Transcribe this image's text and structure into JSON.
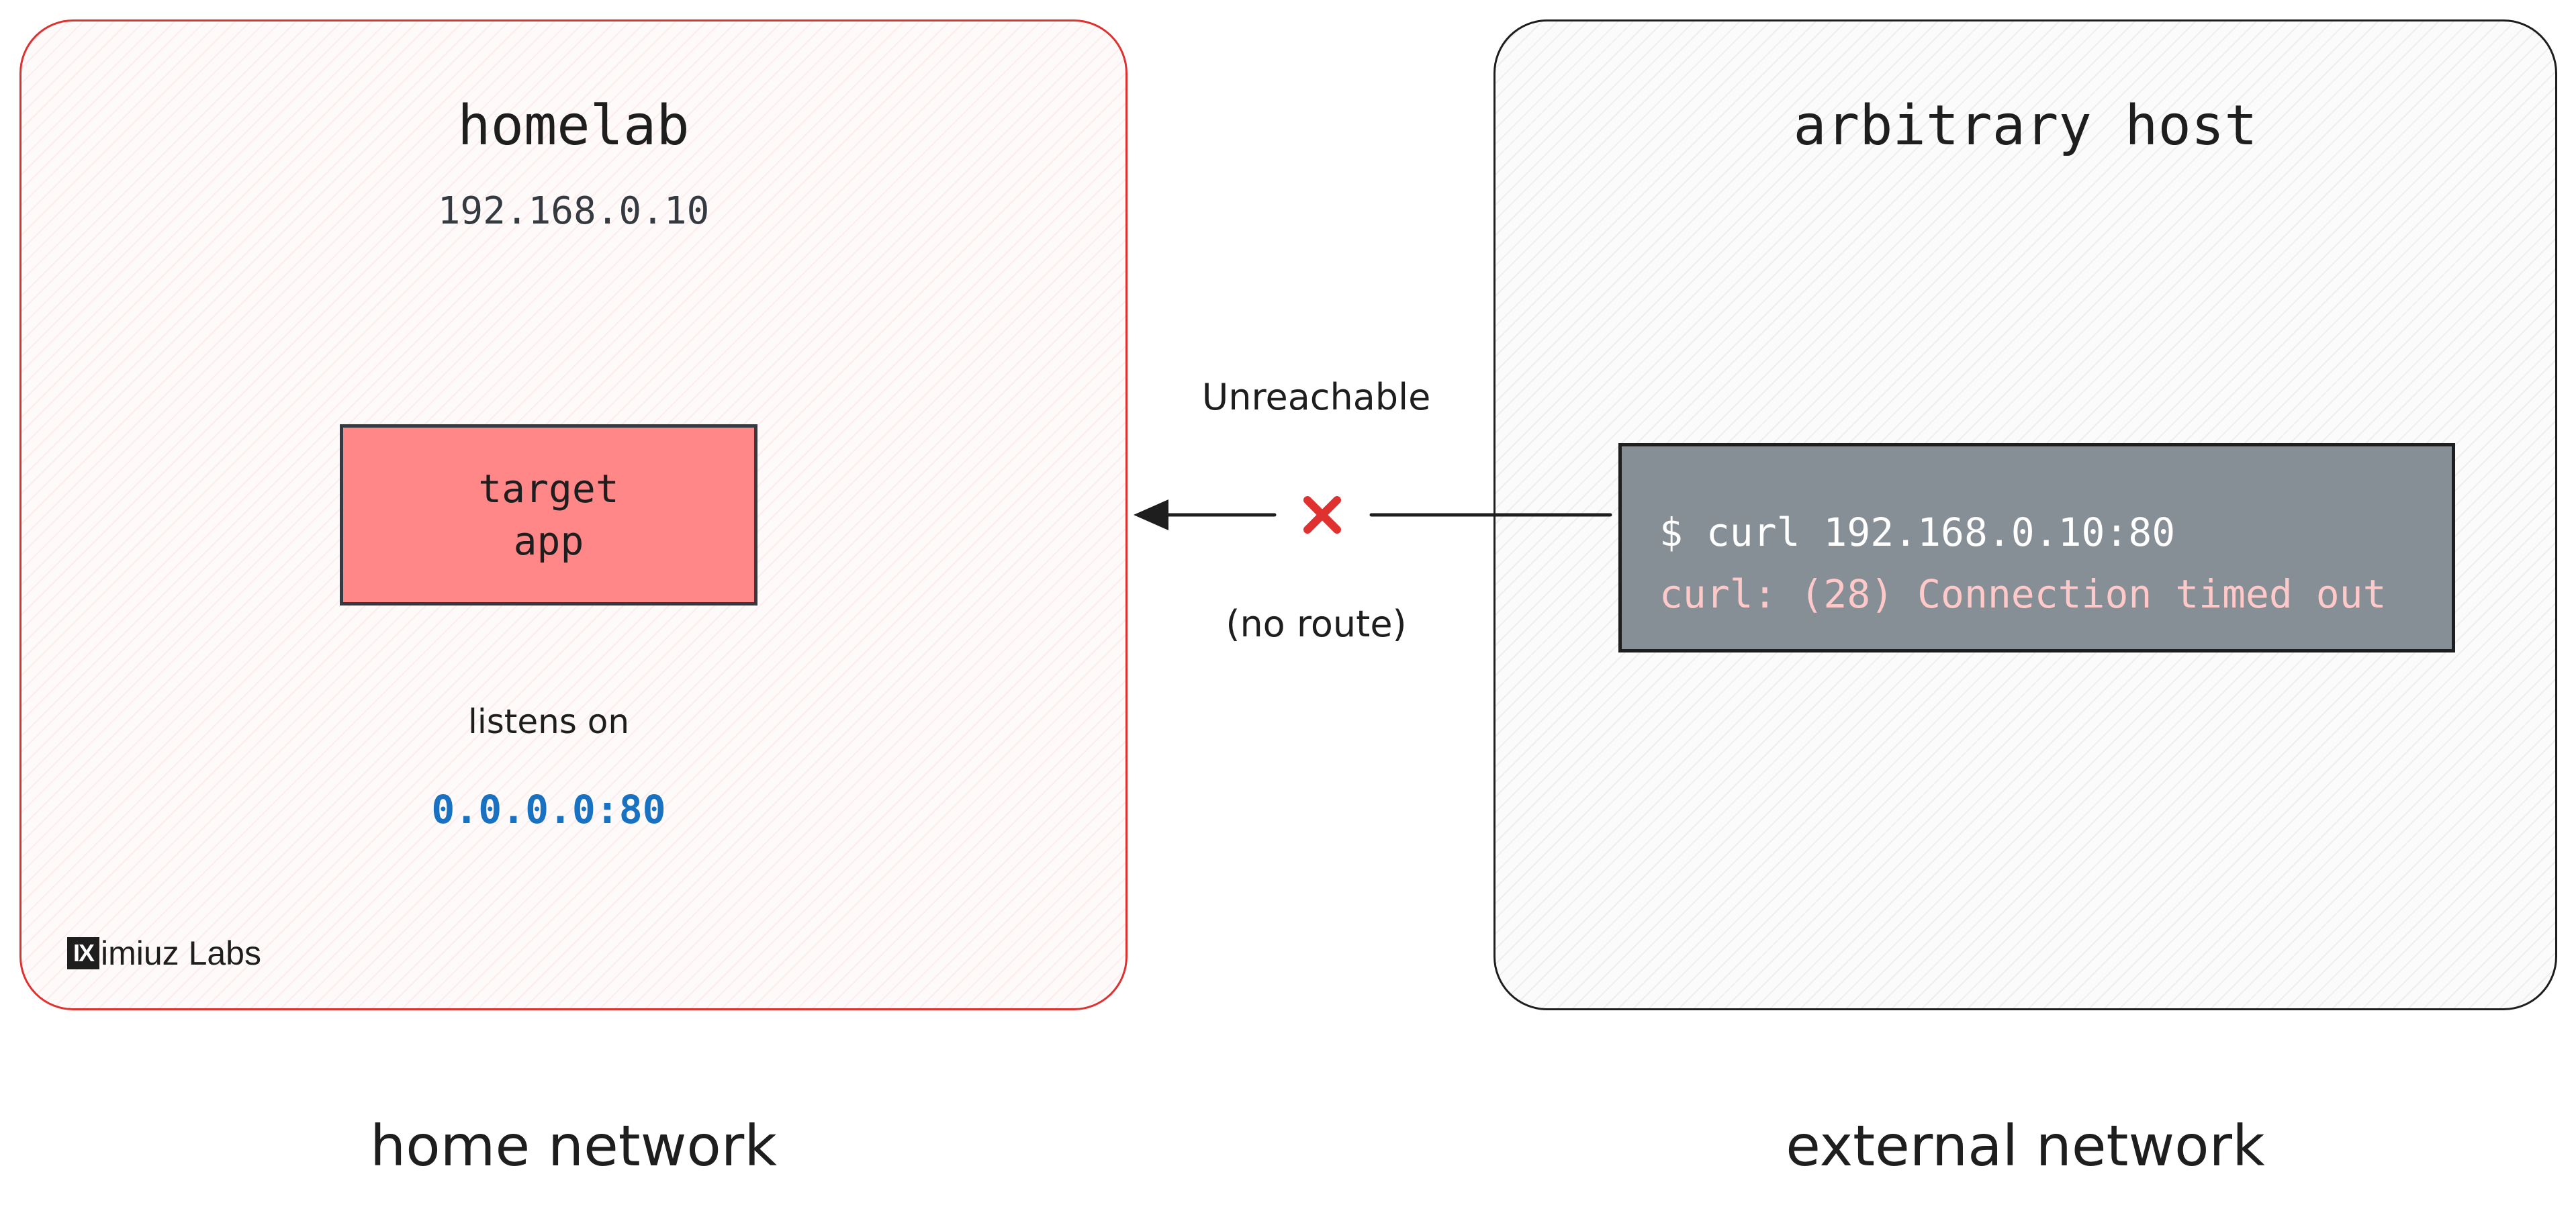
{
  "home": {
    "title": "homelab",
    "ip": "192.168.0.10",
    "app_line1": "target",
    "app_line2": "app",
    "listens_label": "listens on",
    "listen_address": "0.0.0.0:80",
    "network_label": "home network",
    "logo_mark": "IX",
    "logo_text": "imiuz Labs"
  },
  "external": {
    "title": "arbitrary host",
    "command": "$ curl 192.168.0.10:80",
    "error": "curl: (28) Connection timed out",
    "network_label": "external network"
  },
  "connection": {
    "top_label": "Unreachable",
    "bottom_label": "(no route)",
    "blocked_icon": "x-icon",
    "blocked_color": "#e03131"
  },
  "colors": {
    "home_border": "#e03131",
    "app_fill": "#ff8787",
    "terminal_fill": "#868e96",
    "address_blue": "#1971c2"
  }
}
